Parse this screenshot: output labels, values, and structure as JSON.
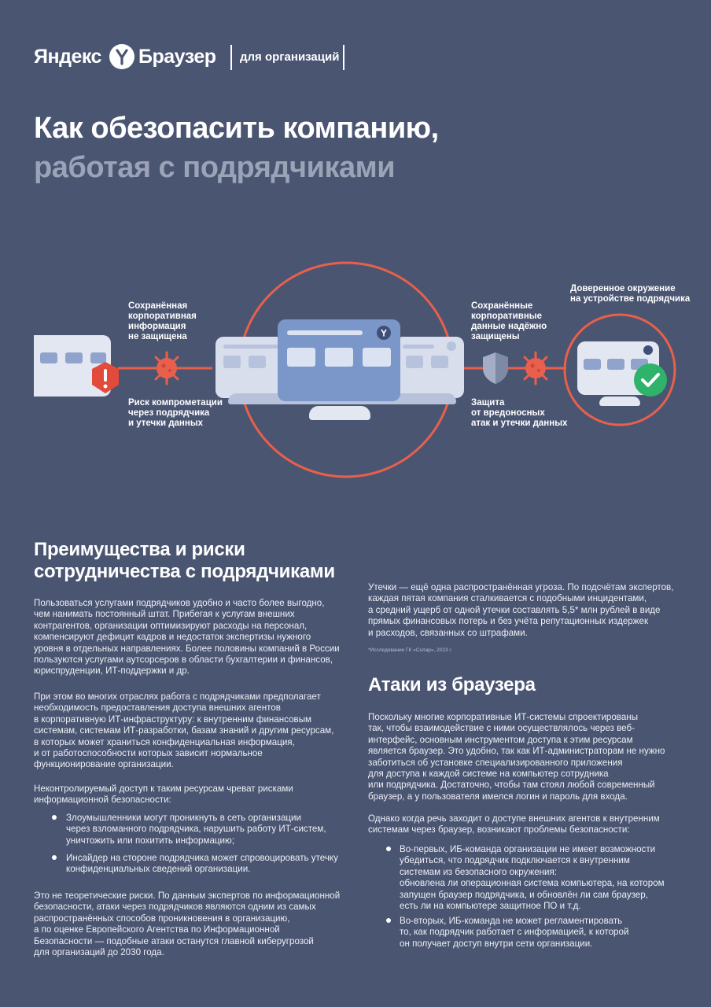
{
  "brand": {
    "yandex": "Яндекс",
    "browser": "Браузер",
    "org": "для организаций"
  },
  "hero": {
    "title_line1": "Как обезопасить компанию,",
    "title_line2": "работая с подрядчиками"
  },
  "diagram": {
    "label_unprotected": "Сохранённая\nкорпоративная\nинформация\nне защищена",
    "label_risk": "Риск компрометации\nчерез подрядчика\nи утечки данных",
    "label_protected": "Сохранённые\nкорпоративные\nданные надёжно\nзащищены",
    "label_defense": "Защита\nот вредоносных\nатак и утечки данных",
    "label_trusted": "Доверенное окружение\nна устройстве подрядчика",
    "colors": {
      "accent": "#e8604c",
      "monitor_light": "#e3e7f1",
      "monitor_blue": "#7b97c9",
      "warning": "#e24a3b",
      "check": "#2fb36b"
    }
  },
  "left": {
    "heading": "Преимущества и риски\nсотрудничества с подрядчиками",
    "p1": "Пользоваться услугами подрядчиков удобно и часто более выгодно,\nчем нанимать постоянный штат. Прибегая к услугам внешних\nконтрагентов, организации оптимизируют расходы на персонал,\nкомпенсируют дефицит кадров и недостаток экспертизы нужного\nуровня в отдельных направлениях. Более половины компаний в России\nпользуются услугами аутсорсеров в области бухгалтерии и финансов,\nюриспруденции, ИТ-поддержки и др.",
    "p2": "При этом во многих отраслях работа с подрядчиками предполагает\nнеобходимость предоставления доступа внешних агентов\nв корпоративную ИТ-инфраструктуру: к внутренним финансовым\nсистемам, системам ИТ-разработки, базам знаний и другим ресурсам,\nв которых может храниться конфиденциальная информация,\nи от работоспособности которых зависит нормальное\nфункционирование организации.",
    "p3": "Неконтролируемый доступ к таким ресурсам чреват рисками\nинформационной безопасности:",
    "b1": "Злоумышленники могут проникнуть в сеть организации\nчерез взломанного подрядчика, нарушить работу ИТ-систем,\nуничтожить или похитить информацию;",
    "b2": "Инсайдер на стороне подрядчика может спровоцировать утечку\nконфиденциальных сведений организации.",
    "p4": "Это не теоретические риски. По данным экспертов по информационной\nбезопасности, атаки через подрядчиков являются одним из самых\nраспространённых способов проникновения в организацию,\nа по оценке Европейского Агентства по Информационной\nБезопасности — подобные атаки останутся главной киберугрозой\nдля организаций до 2030 года."
  },
  "right": {
    "p1": "Утечки — ещё одна распространённая угроза. По подсчётам экспертов,\nкаждая пятая компания сталкивается с подобными инцидентами,\nа средний ущерб от одной утечки составлять 5,5* млн рублей в виде\nпрямых финансовых потерь и без учёта репутационных издержек\nи расходов, связанных со штрафами.",
    "footnote": "*Исследование ГК «Солар», 2023 г.",
    "heading": "Атаки из браузера",
    "p2": "Поскольку многие корпоративные ИТ-системы спроектированы\nтак, чтобы взаимодействие с ними осуществлялось через веб-\nинтерфейс, основным инструментом доступа к этим ресурсам\nявляется браузер. Это удобно, так как ИТ-администраторам не нужно\nзаботиться об установке специализированного приложения\nдля доступа к каждой системе на компьютер сотрудника\nили подрядчика. Достаточно, чтобы там стоял любой современный\nбраузер, а у пользователя имелся логин и пароль для входа.",
    "p3": "Однако когда речь заходит о доступе внешних агентов к внутренним\nсистемам через браузер, возникают проблемы безопасности:",
    "b1": "Во-первых, ИБ-команда организации не имеет возможности\nубедиться, что подрядчик подключается к внутренним\nсистемам из безопасного окружения:\nобновлена ли операционная система компьютера, на котором\nзапущен браузер подрядчика, и обновлён ли сам браузер,\nесть ли на компьютере защитное ПО и т.д.",
    "b2": "Во-вторых, ИБ-команда не может регламентировать\nто, как подрядчик работает с информацией, к которой\nон получает доступ внутри сети организации."
  }
}
